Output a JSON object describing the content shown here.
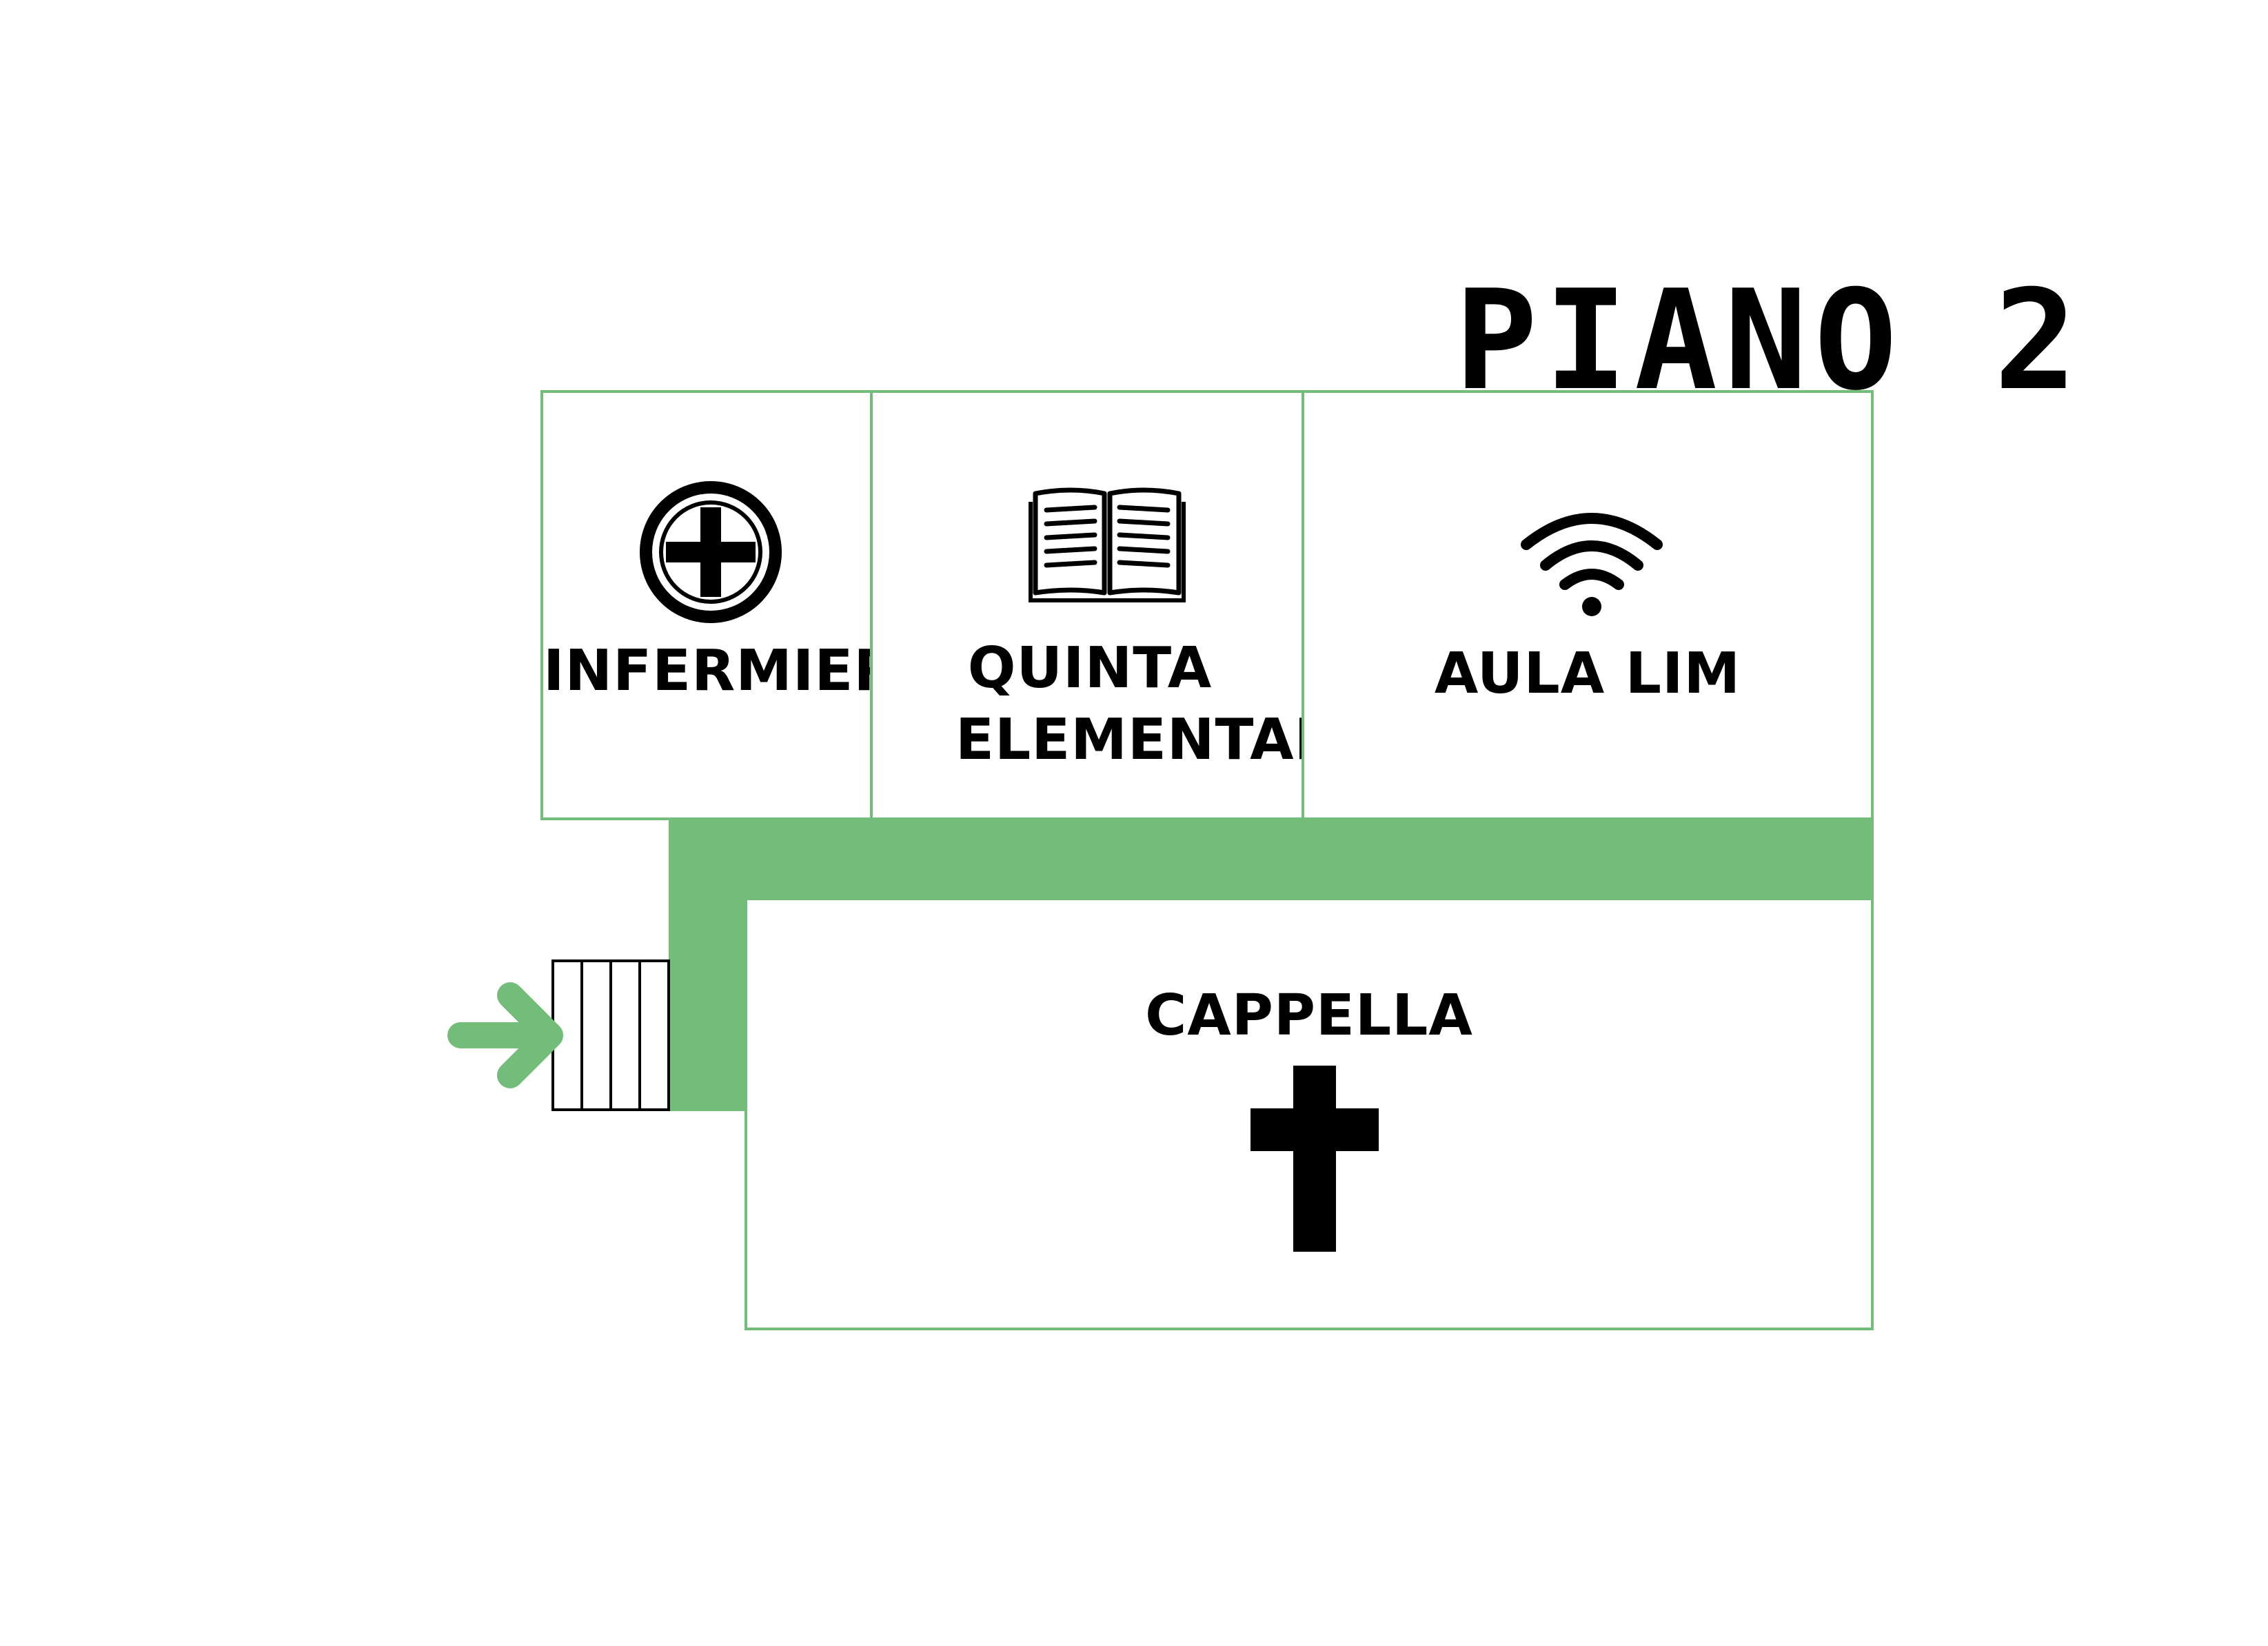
{
  "floor": {
    "title": "PIANO 2"
  },
  "colors": {
    "accent": "#72bd79",
    "ink": "#000000",
    "background": "#ffffff"
  },
  "rooms": [
    {
      "label": "INFERMIERIA",
      "icon": "medical-cross-icon"
    },
    {
      "label": "QUINTA ELEMENTARE",
      "icon": "open-book-icon"
    },
    {
      "label": "AULA LIM",
      "icon": "wifi-icon"
    },
    {
      "label": "CAPPELLA",
      "icon": "latin-cross-icon"
    }
  ],
  "entrance": {
    "icon": "entrance-arrow-icon",
    "stairs_icon": "stairs-icon"
  }
}
